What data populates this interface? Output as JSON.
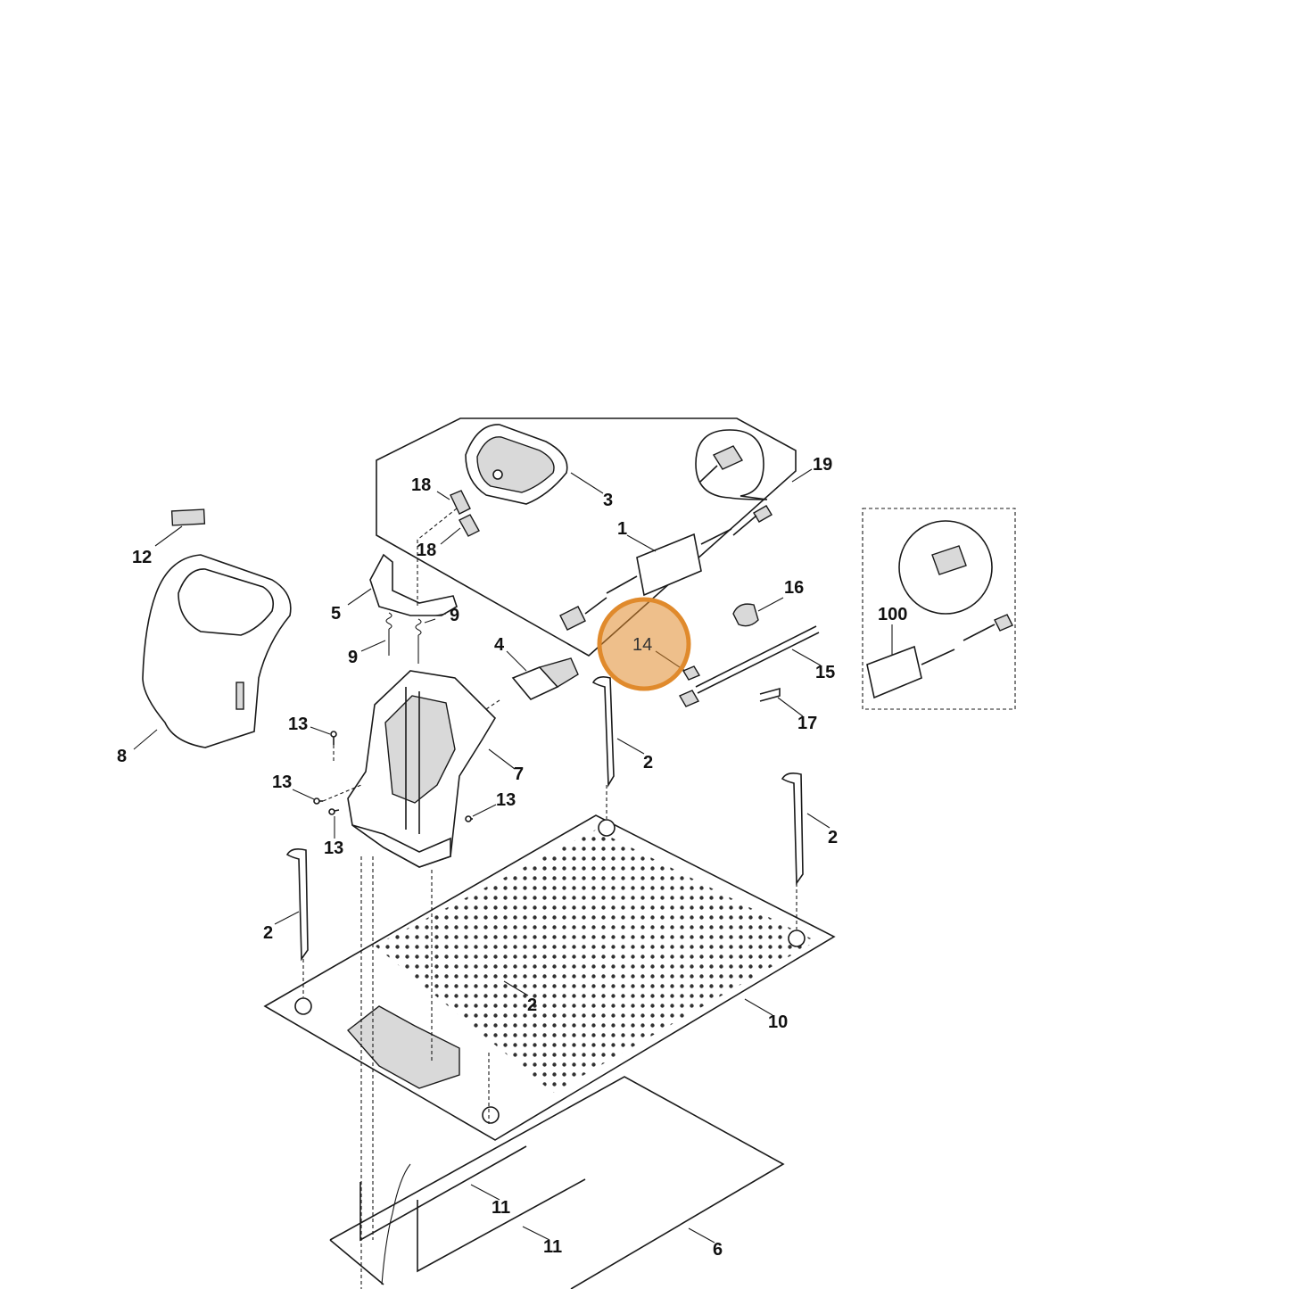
{
  "highlight": {
    "label": "14",
    "color": "#e08a2c"
  },
  "callouts": {
    "c1": "1",
    "c2a": "2",
    "c2b": "2",
    "c2c": "2",
    "c2d": "2",
    "c3": "3",
    "c4": "4",
    "c5": "5",
    "c6": "6",
    "c7": "7",
    "c8": "8",
    "c9a": "9",
    "c9b": "9",
    "c10": "10",
    "c11a": "11",
    "c11b": "11",
    "c12": "12",
    "c13a": "13",
    "c13b": "13",
    "c13c": "13",
    "c13d": "13",
    "c15": "15",
    "c16": "16",
    "c17": "17",
    "c18a": "18",
    "c18b": "18",
    "c19": "19",
    "c100": "100"
  }
}
